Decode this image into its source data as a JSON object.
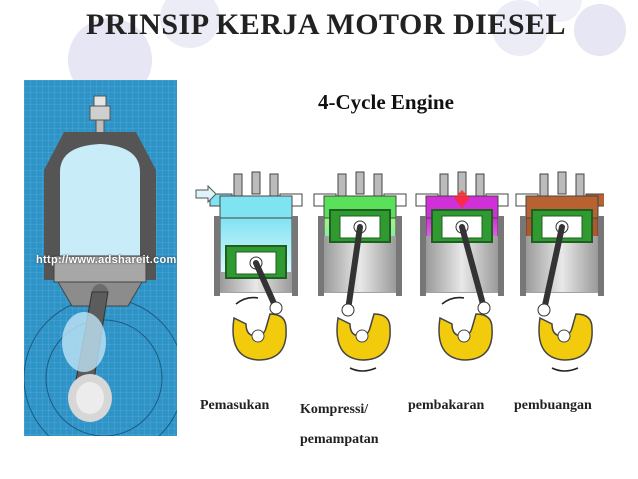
{
  "slide": {
    "title": "PRINSIP KERJA MOTOR DIESEL",
    "subtitle": "4-Cycle Engine",
    "watermark": "http://www.adshareit.com"
  },
  "strokes": [
    {
      "label": "Pemasukan",
      "charge": "#7fe3f2",
      "chamber_top": "#7fe3f2",
      "chamber_bottom": "#ffffff",
      "intake_arrow": true,
      "exhaust_arrow": false,
      "spark": false
    },
    {
      "label": "Kompressi/ pemampatan",
      "charge": "#5be05b",
      "chamber_top": "#a8f08a",
      "chamber_bottom": "#3cd6e8",
      "intake_arrow": false,
      "exhaust_arrow": false,
      "spark": false
    },
    {
      "label": "pembakaran",
      "charge": "#d12fd8",
      "chamber_top": "#d12fd8",
      "chamber_bottom": "#ffffff",
      "intake_arrow": false,
      "exhaust_arrow": false,
      "spark": true
    },
    {
      "label": "pembuangan",
      "charge": "#b86232",
      "chamber_top": "#a65a30",
      "chamber_bottom": "#ff3b1a",
      "intake_arrow": false,
      "exhaust_arrow": true,
      "spark": false
    }
  ],
  "colors": {
    "piston": "#2f9a2f",
    "crank": "#f2cc0c",
    "cylinder": "#9a9a9a",
    "panel": "#2e94c8",
    "deco_circle": "#e6e6f4"
  }
}
